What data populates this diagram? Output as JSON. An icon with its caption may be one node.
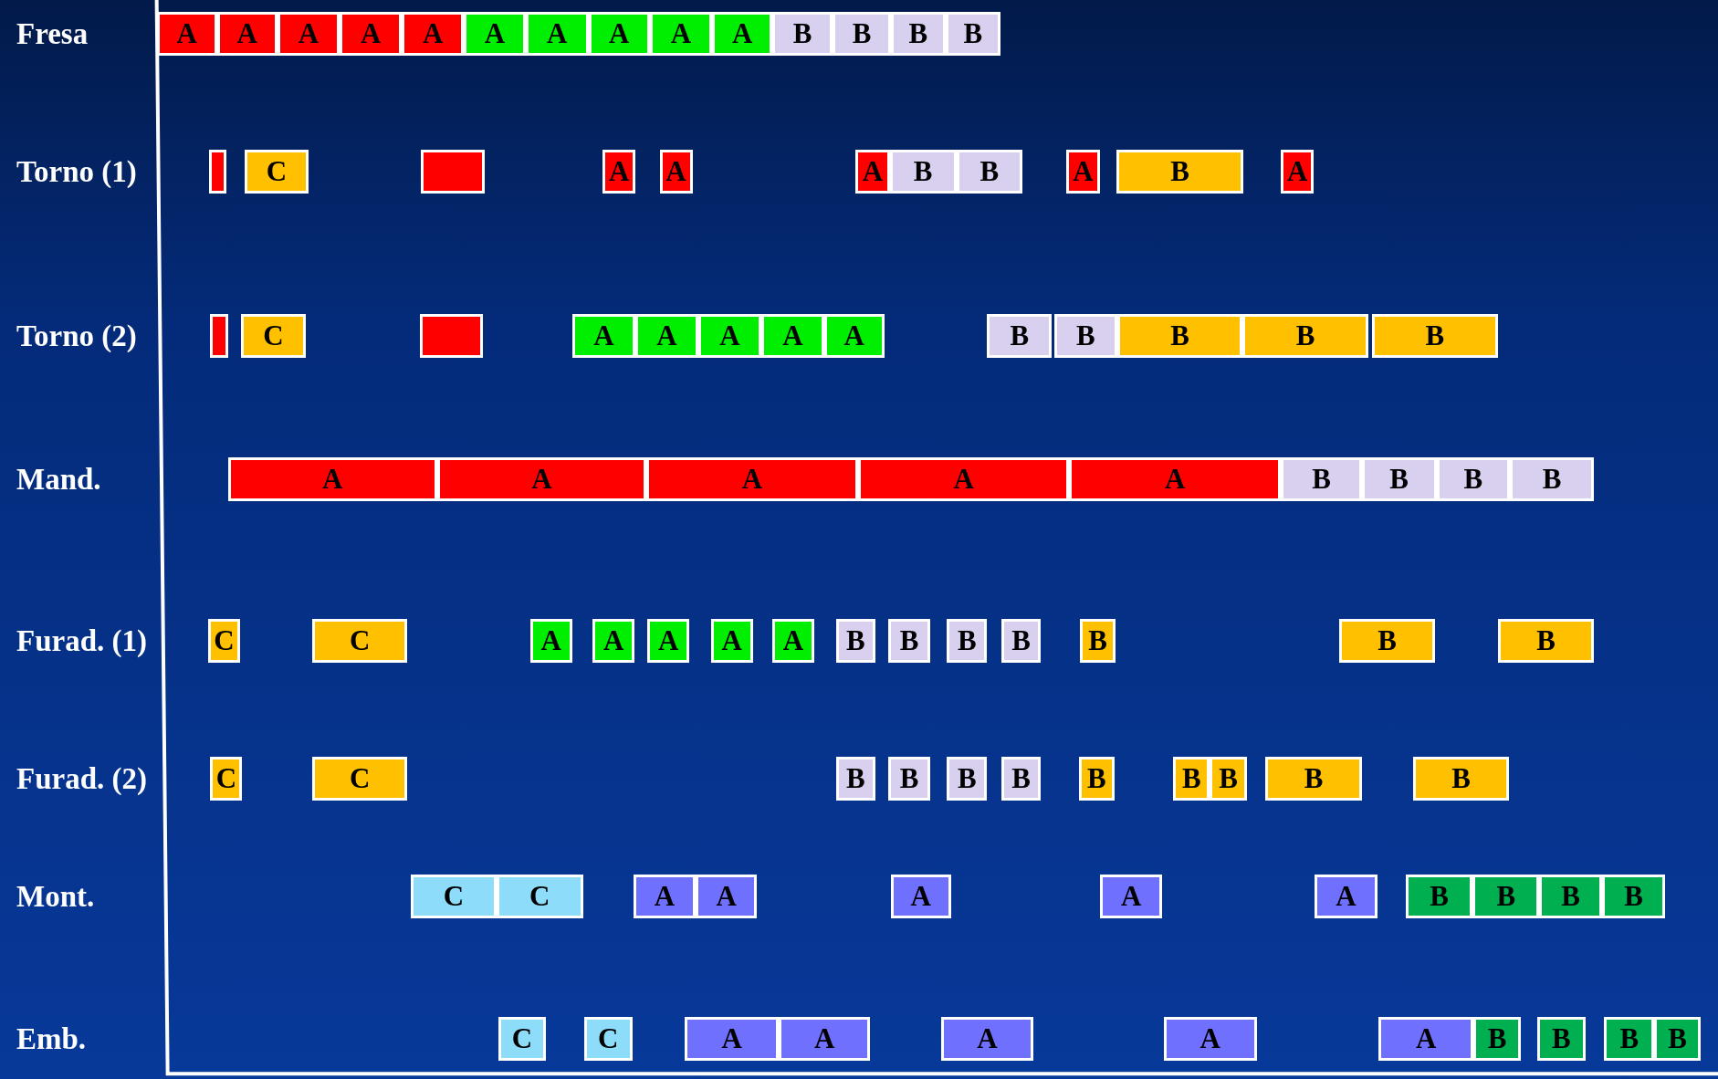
{
  "diagram": {
    "nodes": [
      {
        "text": [
          "A"
        ]
      },
      {
        "text": [
          "A"
        ]
      },
      {
        "text": [
          "A"
        ]
      },
      {
        "text": [
          "A"
        ]
      },
      {
        "text": [
          "A"
        ]
      },
      {
        "text": [
          "A"
        ]
      },
      {
        "text": [
          "A"
        ]
      },
      {
        "text": [
          "A"
        ]
      },
      {
        "text": [
          "A"
        ]
      },
      {
        "text": [
          "A"
        ]
      },
      {
        "text": [
          "B"
        ]
      },
      {
        "text": [
          "B"
        ]
      },
      {
        "text": [
          "B"
        ]
      },
      {
        "text": [
          "B"
        ]
      },
      {
        "text": [],
        "shape": "box"
      },
      {
        "text": [
          "C"
        ]
      },
      {
        "text": [],
        "shape": "box"
      },
      {
        "text": [
          "A"
        ]
      },
      {
        "text": [
          "A"
        ]
      },
      {
        "text": [
          "A"
        ]
      },
      {
        "text": [
          "B"
        ]
      },
      {
        "text": [
          "B"
        ]
      },
      {
        "text": [
          "A"
        ]
      },
      {
        "text": [
          "B"
        ]
      },
      {
        "text": [
          "A"
        ]
      },
      {
        "text": [],
        "shape": "box"
      },
      {
        "text": [
          "C"
        ]
      },
      {
        "text": [],
        "shape": "box"
      },
      {
        "text": [
          "A"
        ]
      },
      {
        "text": [
          "A"
        ]
      },
      {
        "text": [
          "A"
        ]
      },
      {
        "text": [
          "A"
        ]
      },
      {
        "text": [
          "A"
        ]
      },
      {
        "text": [
          "B"
        ]
      },
      {
        "text": [
          "B"
        ]
      },
      {
        "text": [
          "B"
        ]
      },
      {
        "text": [
          "B"
        ]
      },
      {
        "text": [
          "B"
        ]
      },
      {
        "text": [
          "A"
        ]
      },
      {
        "text": [
          "A"
        ]
      },
      {
        "text": [
          "A"
        ]
      },
      {
        "text": [
          "A"
        ]
      },
      {
        "text": [
          "A"
        ]
      },
      {
        "text": [
          "B"
        ]
      },
      {
        "text": [
          "B"
        ]
      },
      {
        "text": [
          "B"
        ]
      },
      {
        "text": [
          "B"
        ]
      },
      {
        "text": [
          "C"
        ]
      },
      {
        "text": [
          "C"
        ]
      },
      {
        "text": [
          "A"
        ]
      },
      {
        "text": [
          "A"
        ]
      },
      {
        "text": [
          "A"
        ]
      },
      {
        "text": [
          "A"
        ]
      },
      {
        "text": [
          "A"
        ]
      },
      {
        "text": [
          "B"
        ]
      },
      {
        "text": [
          "B"
        ]
      },
      {
        "text": [
          "B"
        ]
      },
      {
        "text": [
          "B"
        ]
      },
      {
        "text": [
          "B"
        ]
      },
      {
        "text": [
          "B"
        ]
      },
      {
        "text": [
          "B"
        ]
      },
      {
        "text": [
          "C"
        ]
      },
      {
        "text": [
          "C"
        ]
      },
      {
        "text": [
          "B"
        ]
      },
      {
        "text": [
          "B"
        ]
      },
      {
        "text": [
          "B"
        ]
      },
      {
        "text": [
          "B"
        ]
      },
      {
        "text": [
          "B"
        ]
      },
      {
        "text": [
          "B"
        ]
      },
      {
        "text": [
          "B"
        ]
      },
      {
        "text": [
          "B"
        ]
      },
      {
        "text": [
          "B"
        ]
      },
      {
        "text": [
          "C"
        ]
      },
      {
        "text": [
          "C"
        ]
      },
      {
        "text": [
          "A"
        ]
      },
      {
        "text": [
          "A"
        ]
      },
      {
        "text": [
          "A"
        ]
      },
      {
        "text": [
          "A"
        ]
      },
      {
        "text": [
          "A"
        ]
      },
      {
        "text": [
          "B"
        ]
      },
      {
        "text": [
          "B"
        ]
      },
      {
        "text": [
          "B"
        ]
      },
      {
        "text": [
          "B"
        ]
      },
      {
        "text": [
          "C"
        ]
      },
      {
        "text": [
          "C"
        ]
      },
      {
        "text": [
          "A"
        ]
      },
      {
        "text": [
          "A"
        ]
      },
      {
        "text": [
          "A"
        ]
      },
      {
        "text": [
          "A"
        ]
      },
      {
        "text": [
          "A"
        ]
      },
      {
        "text": [
          "B"
        ]
      },
      {
        "text": [
          "B"
        ]
      },
      {
        "text": [
          "B"
        ]
      },
      {
        "text": [
          "B"
        ]
      }
    ],
    "labels": [
      "Fresa",
      "Torno (1)",
      "Torno (2)",
      "Mand.",
      "Furad. (1)",
      "Furad. (2)",
      "Mont.",
      "Emb."
    ]
  }
}
